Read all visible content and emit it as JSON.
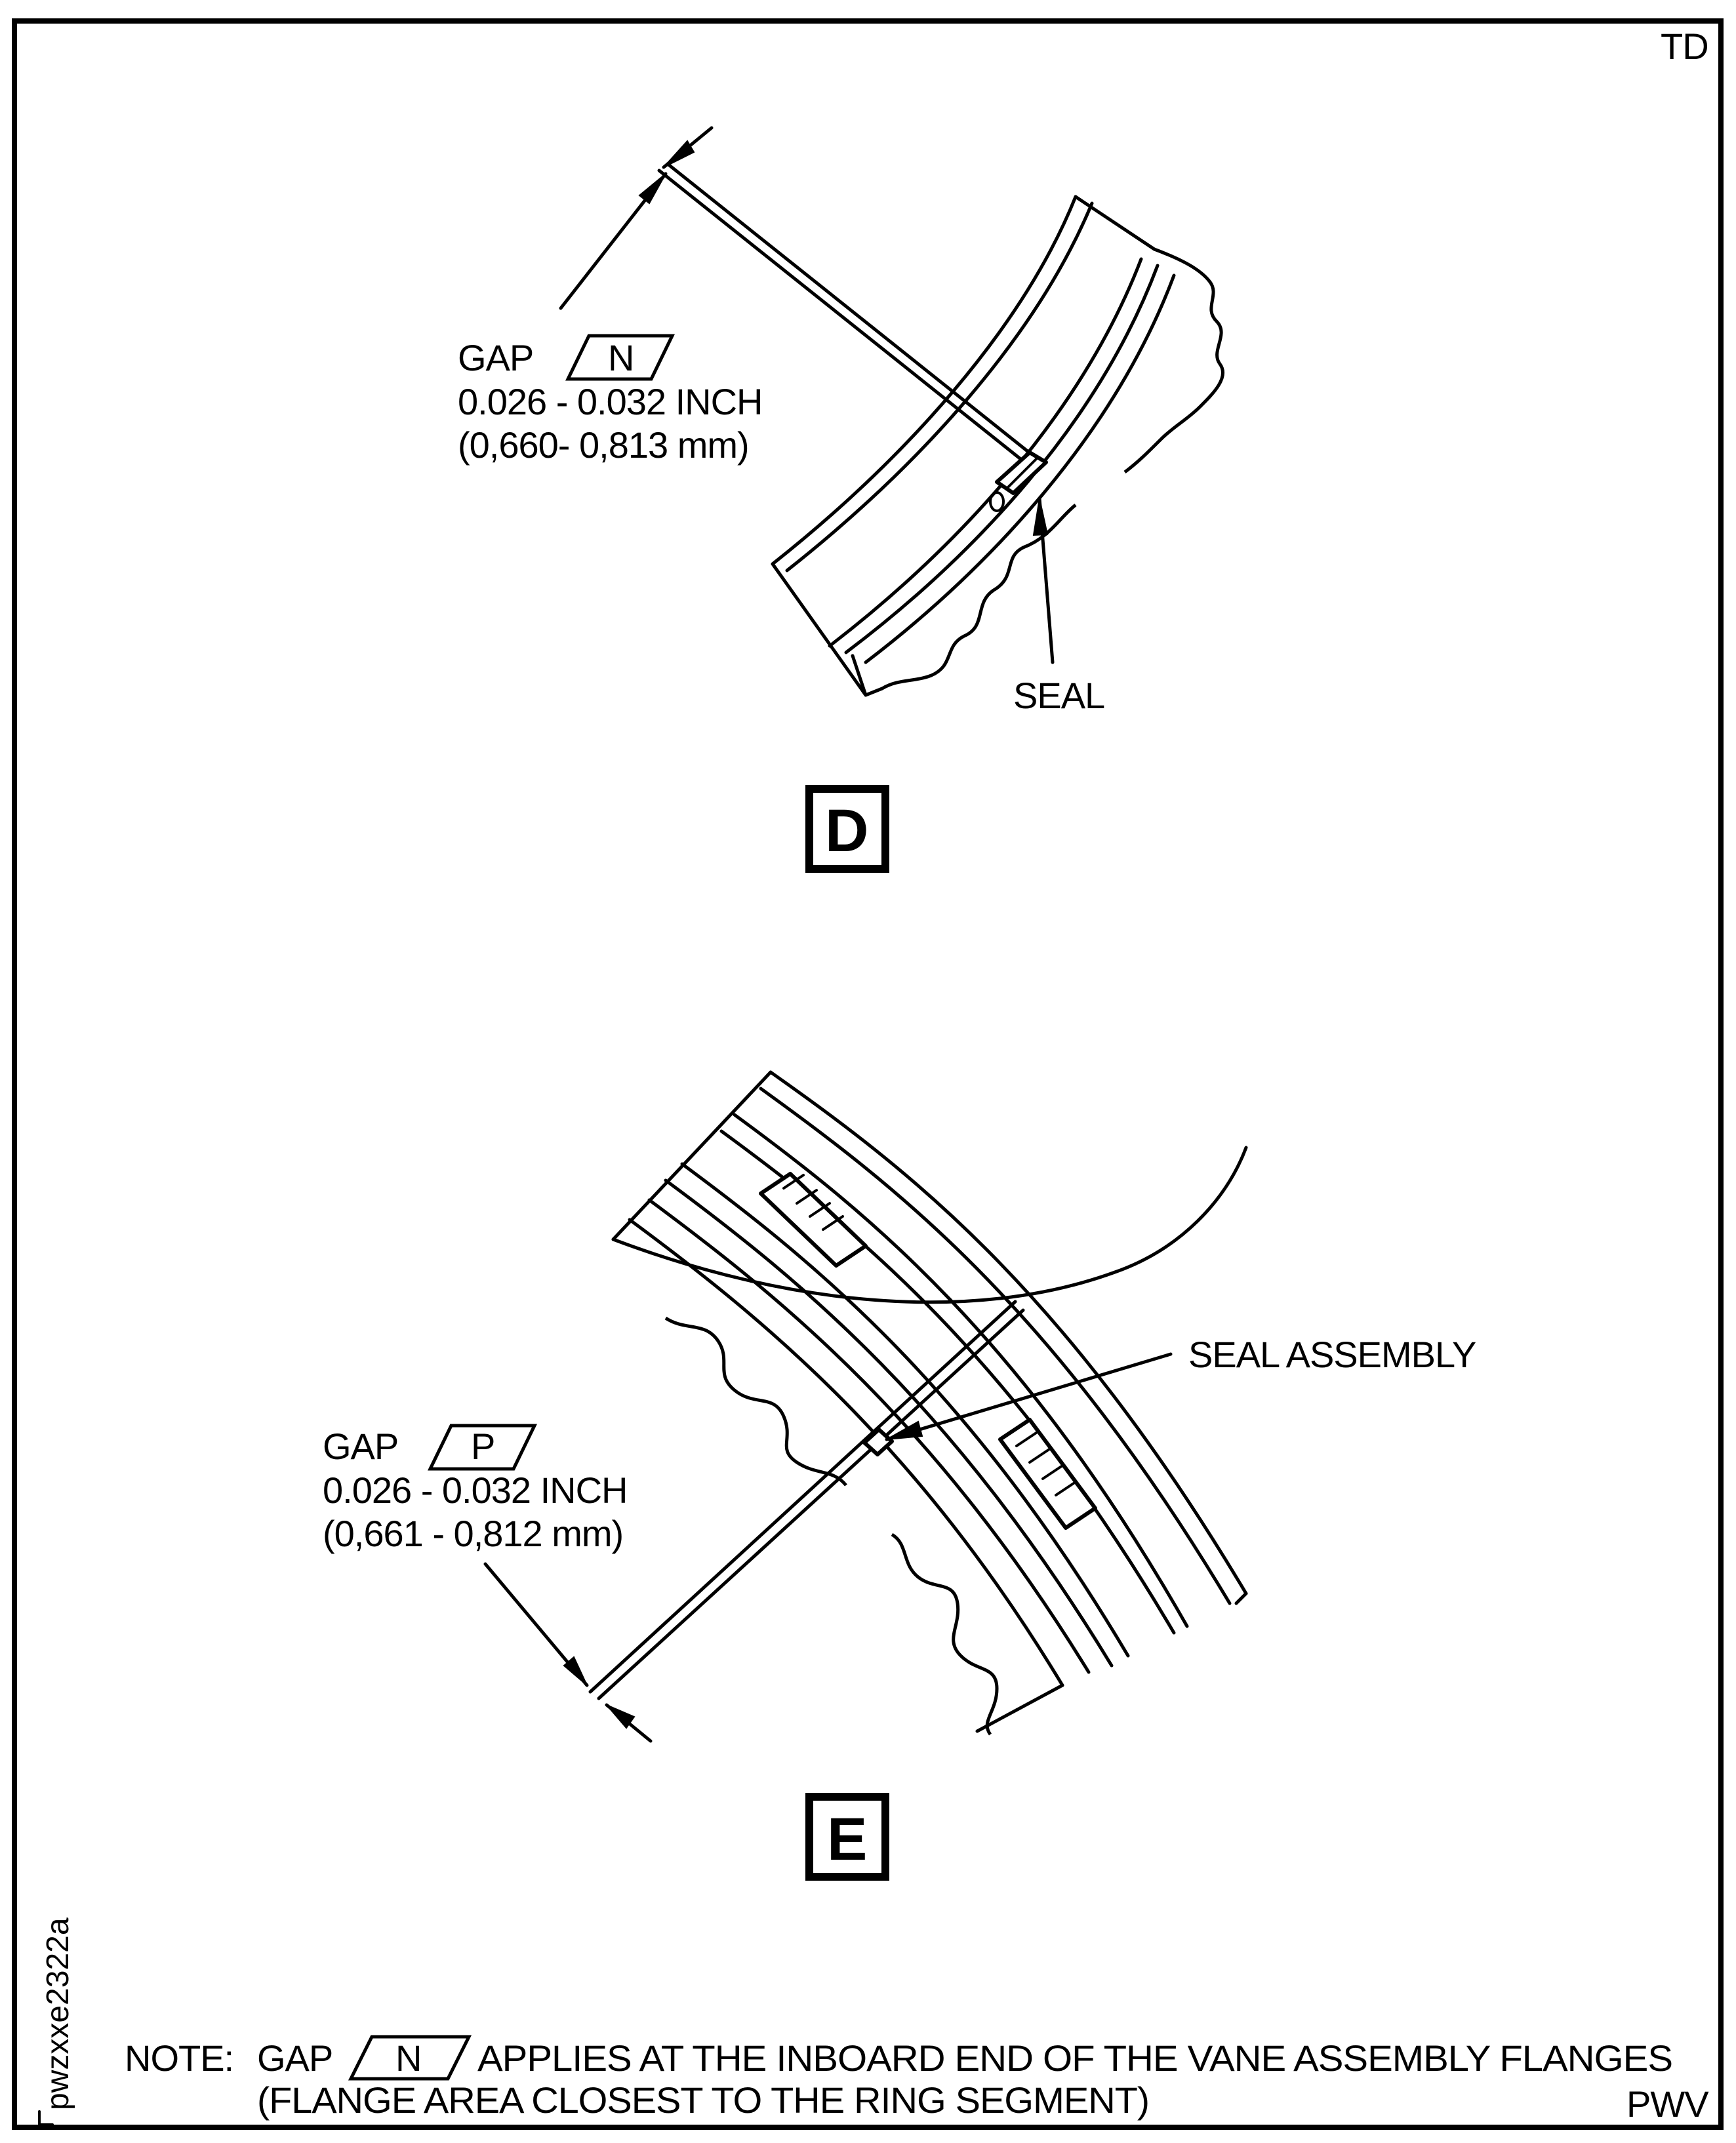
{
  "header": {
    "corner_code": "TD"
  },
  "view_d": {
    "letter": "D",
    "gap_prefix": "GAP",
    "gap_code": "N",
    "inch_range": "0.026 - 0.032 INCH",
    "mm_range": "(0,660- 0,813 mm)",
    "callout": "SEAL"
  },
  "view_e": {
    "letter": "E",
    "gap_prefix": "GAP",
    "gap_code": "P",
    "inch_range": "0.026 - 0.032 INCH",
    "mm_range": "(0,661 - 0,812 mm)",
    "callout": "SEAL ASSEMBLY"
  },
  "note": {
    "prefix": "NOTE:",
    "gap_prefix": "GAP",
    "gap_code": "N",
    "line1": "APPLIES AT THE INBOARD END OF THE VANE ASSEMBLY FLANGES",
    "line2": "(FLANGE AREA CLOSEST TO THE RING SEGMENT)"
  },
  "footer": {
    "drawing_id": "pwzxxe2322a",
    "source_code": "PWV"
  }
}
